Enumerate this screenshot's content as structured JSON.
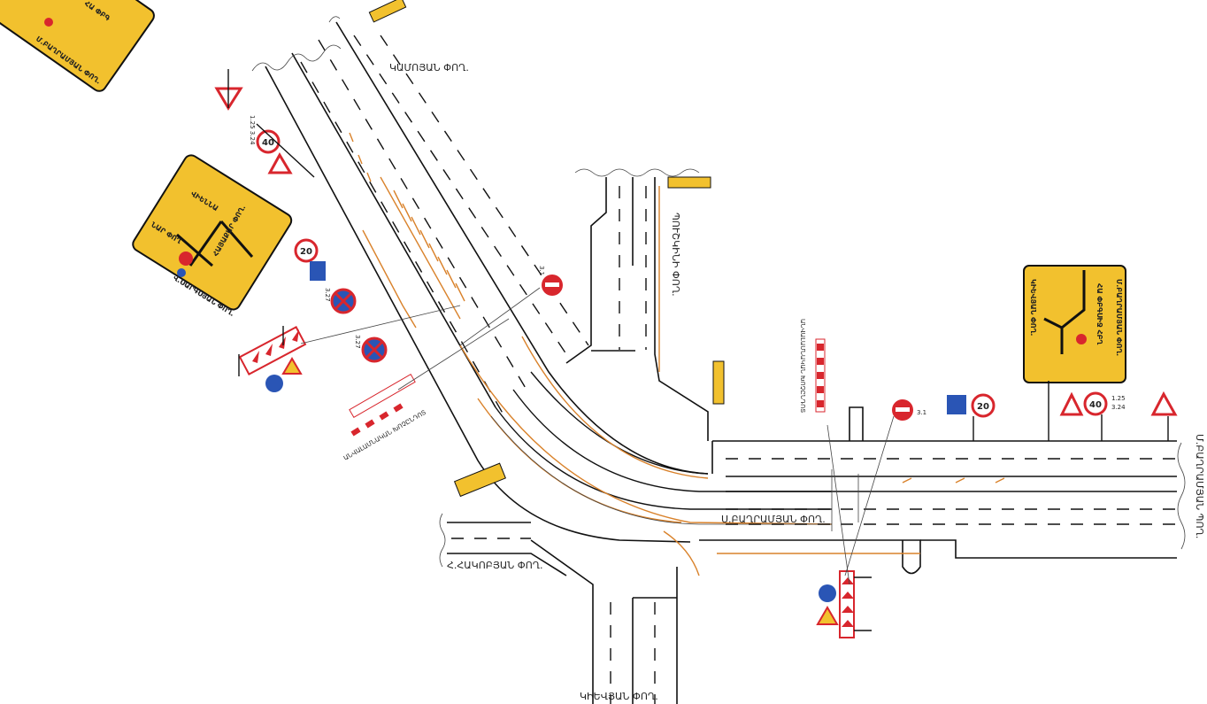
{
  "streets": {
    "kamo": "ԿԱՄՈՅԱՆ ՓՈՂ.",
    "pushkin": "ՊՈՒՇԿԻՆԻ ՓՈՂ.",
    "marshal": "Մ.ԲԱՂՐԱՄՅԱՆ ՊՈՂ.",
    "sayat": "Ս.ԲԱՂՐԱՄՅԱՆ ՓՈՂ.",
    "kiev": "ԿԻԵՎՅԱՆ ՓՈՂ.",
    "hakobyan": "Հ.ՀԱԿՈԲՅԱՆ ՓՈՂ.",
    "kievyan_side": "ՀԱ ՓԲԳՍԻՋ ՀԲՂ"
  },
  "detour_boards": {
    "board_left": {
      "line1": "Վ.ՍԱՐԳՍՅԱՆ ՓՈՂ.",
      "line2": "ՆԱՐ ՓՈՂ",
      "line3": "ՀԱՅԱՔԱՐ ՓՈՂ.",
      "line4": "ՎԻԵՆՆԱ"
    },
    "board_right": {
      "line1": "ԿԻԵՎՅԱՆ ՓՈՂ.",
      "line2": "ՀԱ ՓԲԳՍԻՋ ՀԲՂ",
      "line3": "Մ.ԲԱՂՐԱՄՅԱՆ ՓՈՂ."
    },
    "board_top": {
      "line1": "Մ.ԲԱՂՐԱՄՅԱՆ ՓՈՂ.",
      "line2": "ՀԱ ՓԲԳ"
    }
  },
  "barrier_texts": {
    "left": "ԱՆՎԱԼԱՄՆԱԿԱՆ ԽՈՉԸՆԴՈՏ",
    "right": "ԱՆՎԱԼԱՄՆԱԿԱՆ ԽՈՉԸՆԴՈՏ"
  },
  "sign_codes": {
    "no_entry_left": "3.1",
    "no_entry_right": "3.1",
    "no_stop_1": "3.27",
    "no_stop_2": "3.27",
    "speed_plate_left": "1.25 3.24",
    "speed_plate_right_a": "1.25",
    "speed_plate_right_b": "3.24"
  },
  "speed_limits": {
    "left_40": "40",
    "left_20": "20",
    "right_20": "20",
    "right_40": "40"
  },
  "colors": {
    "sign_yellow": "#f2c12e",
    "sign_red": "#d8262d",
    "sign_blue": "#2a55b5",
    "orange_mark": "#d9822b"
  }
}
